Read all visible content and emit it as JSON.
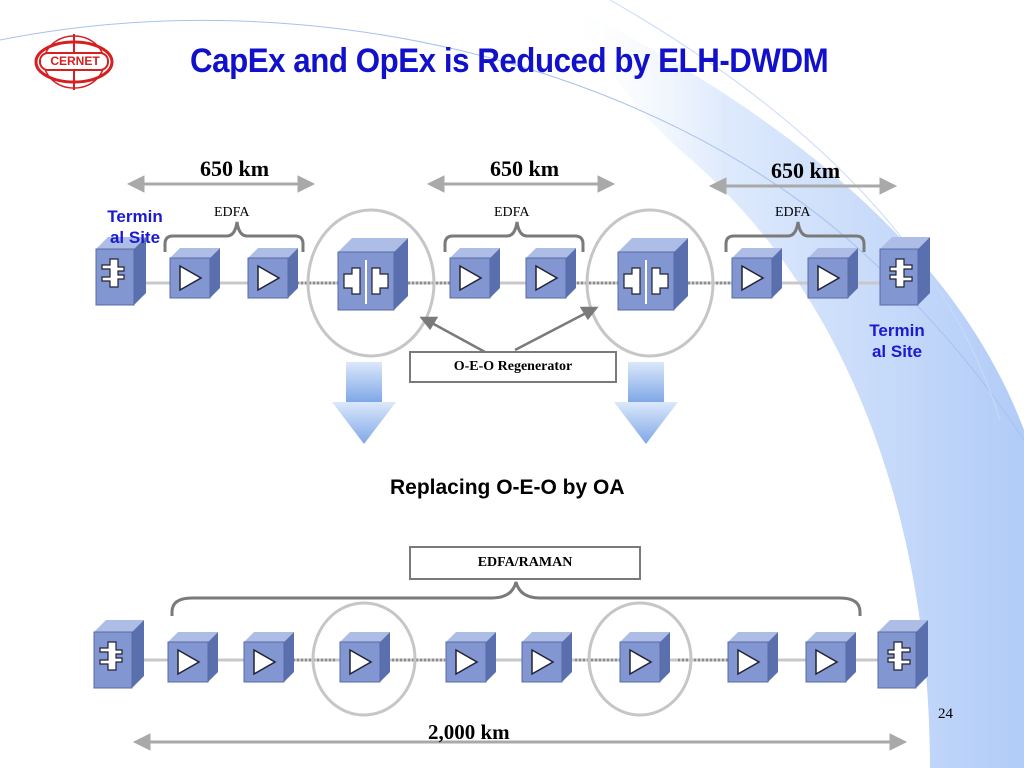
{
  "title": "CapEx and OpEx is Reduced by ELH-DWDM",
  "logo": {
    "text": "CERNET",
    "color": "#d42020"
  },
  "top_diagram": {
    "spans": [
      "650 km",
      "650 km",
      "650 km"
    ],
    "amp_groups": [
      "EDFA",
      "EDFA",
      "EDFA"
    ],
    "terminal_left": "Termin\nal Site",
    "terminal_right": "Termin\nal Site",
    "regenerator_label": "O-E-O Regenerator"
  },
  "subtitle": "Replacing O-E-O by OA",
  "bottom_diagram": {
    "amp_label": "EDFA/RAMAN",
    "distance": "2,000 km"
  },
  "page_number": "24",
  "colors": {
    "title": "#1111cc",
    "terminal_label": "#1a1ad0",
    "device": "#7f95cf",
    "arrow": "#9fbef0",
    "background_swoosh": "#aac8f8"
  },
  "icons": [
    "triangle-amplifier-icon",
    "terminal-mux-icon",
    "regenerator-icon",
    "down-arrow-icon",
    "double-arrow-icon"
  ]
}
